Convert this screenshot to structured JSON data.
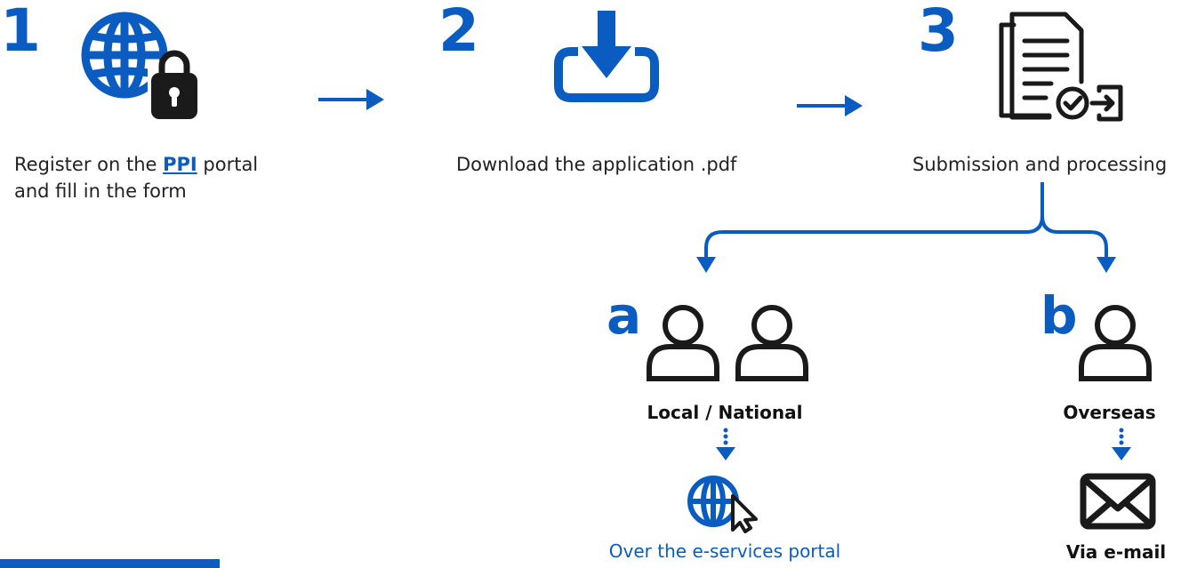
{
  "steps": [
    {
      "number": "1",
      "caption_prefix": "Register on the ",
      "link": "PPI",
      "caption_suffix": " portal",
      "caption_line2": "and fill in the form"
    },
    {
      "number": "2",
      "caption": "Download the application .pdf"
    },
    {
      "number": "3",
      "caption": "Submission and processing"
    }
  ],
  "branches": {
    "a": {
      "letter": "a",
      "label": "Local / National",
      "method": "Over the e-services portal"
    },
    "b": {
      "letter": "b",
      "label": "Overseas",
      "method": "Via e-mail"
    }
  },
  "icons": {
    "step1": "globe-lock-icon",
    "step2": "download-icon",
    "step3": "documents-submit-icon",
    "local": "users-icon",
    "overseas": "user-icon",
    "portal": "globe-cursor-icon",
    "email": "envelope-icon"
  },
  "colors": {
    "accent": "#0a5cc0",
    "text": "#222222",
    "icon_dark": "#1a1a1a"
  }
}
